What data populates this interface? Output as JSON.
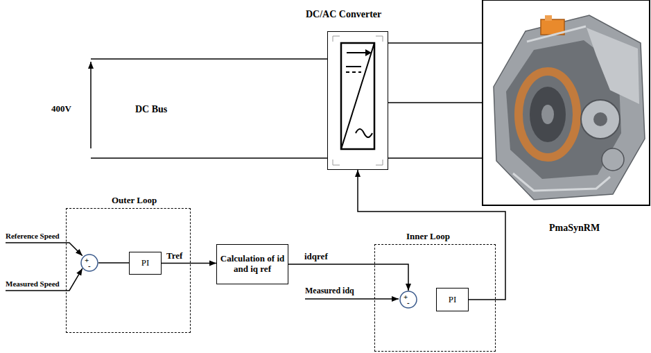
{
  "diagram": {
    "nodes": [
      {
        "text": [
          "DC/AC Converter"
        ]
      },
      {
        "text": [
          "PmaSynRM"
        ]
      },
      {
        "text": [
          "Outer Loop"
        ]
      },
      {
        "text": [
          "+",
          "-"
        ],
        "in": 2
      },
      {
        "text": [
          "PI"
        ],
        "in": 2
      },
      {
        "text": [
          "Calculation of id and iq ref"
        ]
      },
      {
        "text": [
          "Inner Loop"
        ]
      },
      {
        "text": [
          "+",
          "-"
        ],
        "in": 6
      },
      {
        "text": [
          "PI"
        ],
        "in": 6
      }
    ],
    "edges": [
      {
        "from": 3,
        "to": 4,
        "arrow": "none"
      },
      {
        "from": 4,
        "to": 5,
        "label": "Tref",
        "arrow": "to"
      },
      {
        "from": 5,
        "to": 7,
        "label": "idqref",
        "arrow": "to"
      },
      {
        "from": 8,
        "to": 0,
        "arrow": "to"
      },
      {
        "from": 0,
        "to": 1,
        "arrow": "none"
      },
      {
        "from": 0,
        "to": 1,
        "arrow": "none"
      },
      {
        "from": 0,
        "to": 1,
        "arrow": "none"
      }
    ],
    "labels": [
      "400V",
      "DC Bus",
      "Reference Speed",
      "Measured Speed",
      "Measured idq"
    ]
  }
}
